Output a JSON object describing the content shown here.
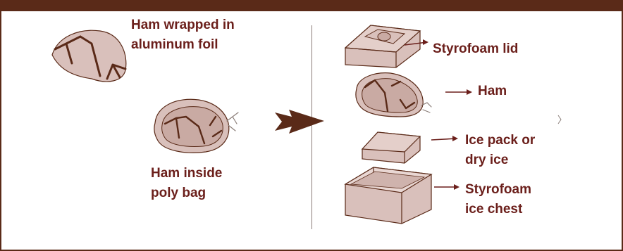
{
  "colors": {
    "border": "#5a2a18",
    "text": "#6b1f1b",
    "fill": "#d9c0bb",
    "fill_dark": "#c9aaa3",
    "stroke": "#5a2a18",
    "arrow": "#6b1f1b"
  },
  "left": {
    "foil": {
      "line1": "Ham wrapped in",
      "line2": "aluminum foil"
    },
    "bag": {
      "line1": "Ham inside",
      "line2": "poly bag"
    }
  },
  "right": {
    "lid": "Styrofoam lid",
    "ham": "Ham",
    "ice": {
      "line1": "Ice pack or",
      "line2": "dry ice"
    },
    "chest": {
      "line1": "Styrofoam",
      "line2": "ice chest"
    }
  }
}
